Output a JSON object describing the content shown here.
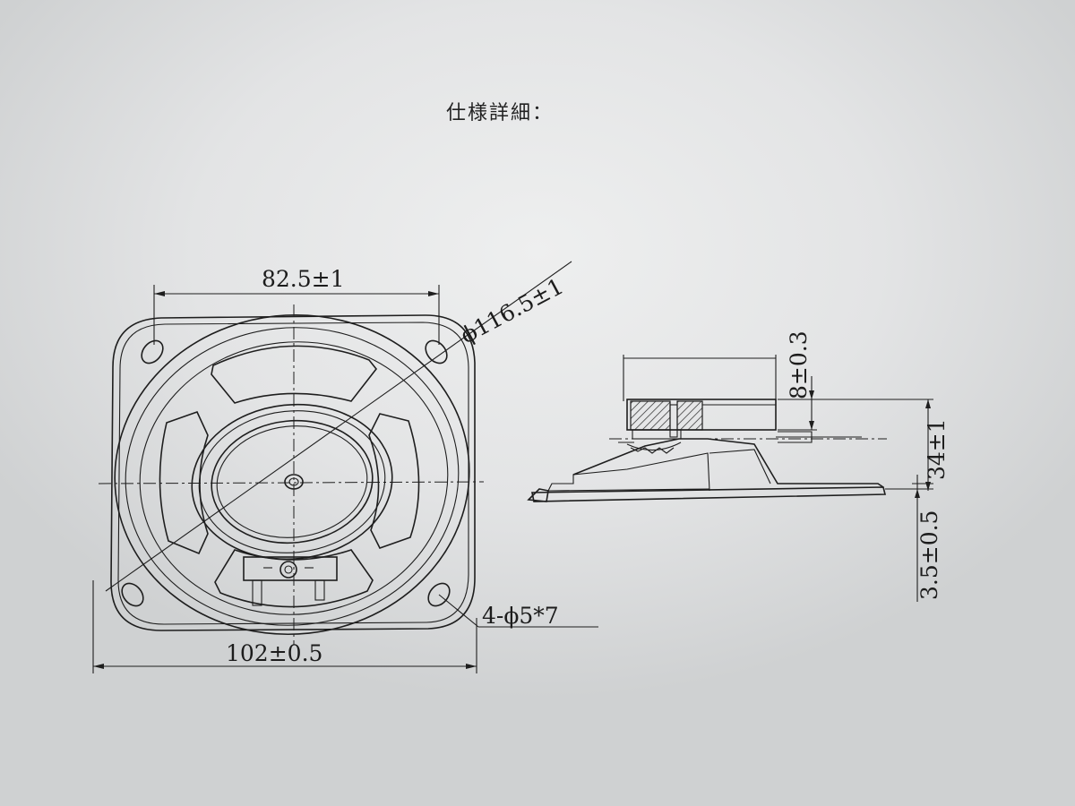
{
  "title": "仕様詳細：",
  "front_view": {
    "dim_top": "82.5±1",
    "dim_diameter": "ϕ116.5±1",
    "dim_bottom": "102±0.5",
    "dim_holes": "4-ϕ5*7"
  },
  "side_view": {
    "dim_magnet_height": "8±0.3",
    "dim_total_depth": "34±1",
    "dim_flange": "3.5±0.5"
  }
}
